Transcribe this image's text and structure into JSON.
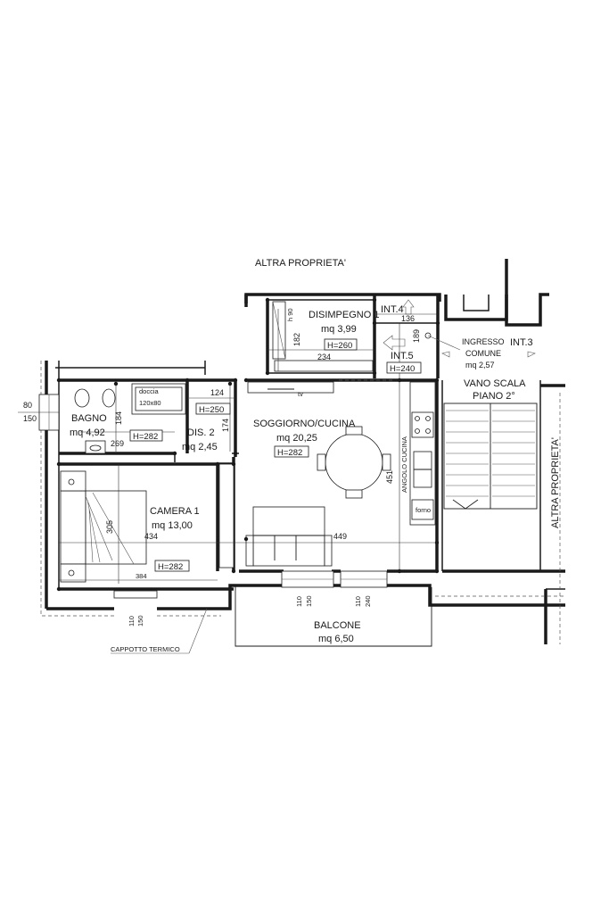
{
  "labels": {
    "altra_top": "ALTRA PROPRIETA'",
    "altra_right": "ALTRA PROPRIETA'",
    "cappotto": "CAPPOTTO TERMICO",
    "int4": "INT.4",
    "int5": "INT.5",
    "int3": "INT.3",
    "angolo_cucina": "ANGOLO CUCINA",
    "forno": "forno",
    "tv": "tv",
    "h90": "h 90",
    "doccia": "doccia",
    "doccia_size": "120x80"
  },
  "rooms": {
    "disimpegno1": {
      "name": "DISIMPEGNO 1",
      "area": "mq 3,99",
      "height": "H=260"
    },
    "int5_height": "H=240",
    "ingresso": {
      "name1": "INGRESSO",
      "name2": "COMUNE",
      "area": "mq 2,57"
    },
    "vano_scala": {
      "name1": "VANO SCALA",
      "name2": "PIANO 2°"
    },
    "bagno": {
      "name": "BAGNO",
      "area": "mq 4,92",
      "height": "H=282"
    },
    "dis2": {
      "name": "DIS. 2",
      "area": "mq 2,45",
      "height": "H=250"
    },
    "soggiorno": {
      "name": "SOGGIORNO/CUCINA",
      "area": "mq 20,25",
      "height": "H=282"
    },
    "camera1": {
      "name": "CAMERA 1",
      "area": "mq 13,00",
      "height": "H=282"
    },
    "balcone": {
      "name": "BALCONE",
      "area": "mq 6,50"
    }
  },
  "dimensions": {
    "d80": "80",
    "d150a": "150",
    "d184": "184",
    "d269": "269",
    "d124": "124",
    "d174": "174",
    "d182": "182",
    "d234": "234",
    "d136": "136",
    "d189": "189",
    "d451": "451",
    "d305": "305",
    "d434": "434",
    "d449": "449",
    "d384": "384",
    "d110a": "110",
    "d150b": "150",
    "d110b": "110",
    "d150c": "150",
    "d110c": "110",
    "d240": "240"
  }
}
